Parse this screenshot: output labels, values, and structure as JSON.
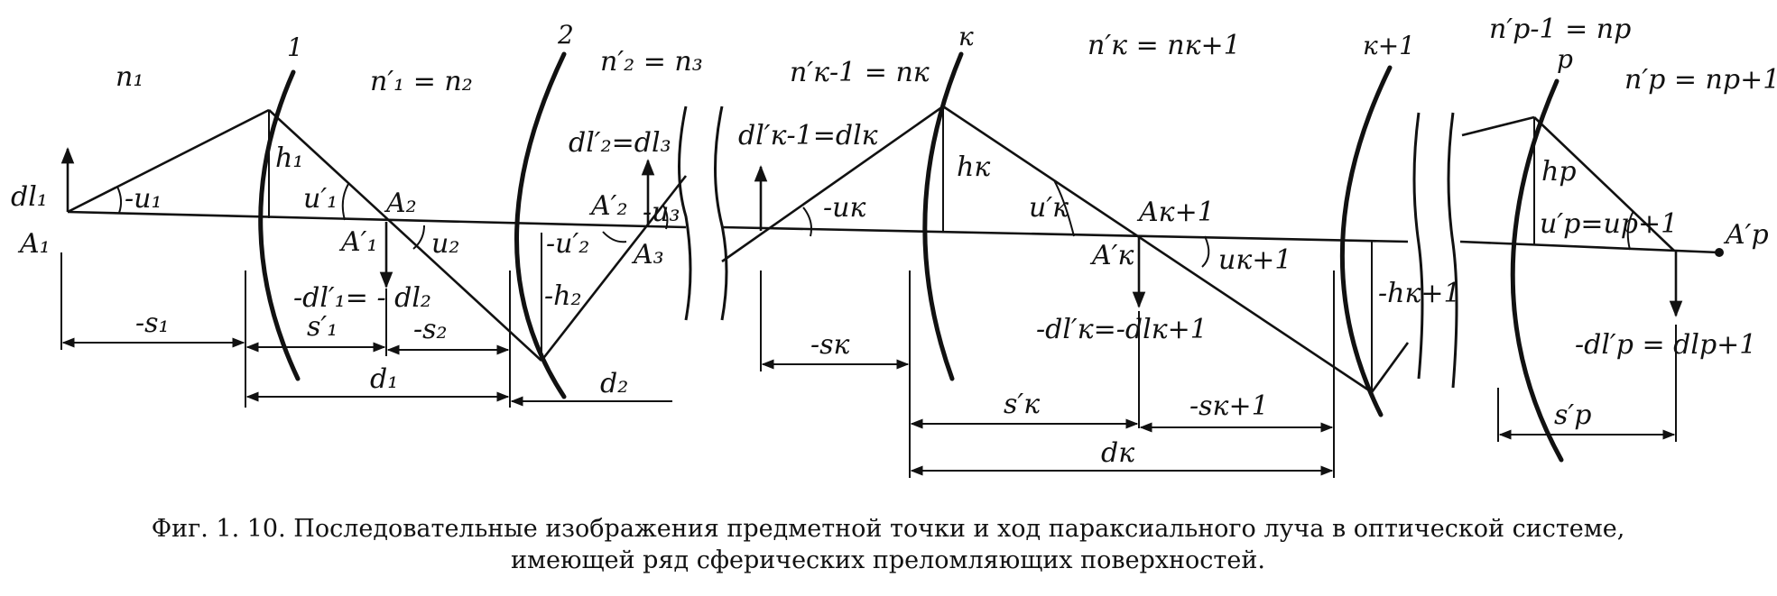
{
  "surface_labels": [
    "1",
    "2",
    "к",
    "к+1",
    "p"
  ],
  "media": {
    "n1": "n₁",
    "n1p_n2": "n′₁ = n₂",
    "n2p_n3": "n′₂ = n₃",
    "nk1p_nk": "n′к-1 = nк",
    "nkp_nk1": "n′к = nк+1",
    "np1p_np": "n′p-1 = np",
    "npp_np1": "n′p = np+1"
  },
  "elements": {
    "dl1": "dl₁",
    "A1": "A₁",
    "u1": "-u₁",
    "h1": "h₁",
    "u1p": "u′₁",
    "A2": "A₂",
    "A1p": "A′₁",
    "u2": "u₂",
    "dl1p": "-dl′₁= - dl₂",
    "dl2p": "dl′₂=dl₃",
    "A2p": "A′₂",
    "u3": "-u₃",
    "u2p": "-u′₂",
    "A3": "A₃",
    "h2": "-h₂",
    "dlk1p": "dl′к-1=dlк",
    "uk": "-uк",
    "hk": "hк",
    "ukp": "u′к",
    "Ak1": "Aк+1",
    "Akp": "A′к",
    "uk1": "uк+1",
    "dlkp": "-dl′к=-dlк+1",
    "hk1": "-hк+1",
    "hp": "hp",
    "upp": "u′p=up+1",
    "App": "A′p",
    "dlpp": "-dl′p = dlp+1"
  },
  "dimensions": {
    "s1": "-s₁",
    "s1p": "s′₁",
    "s2": "-s₂",
    "d1": "d₁",
    "d2": "d₂",
    "sk": "-sк",
    "skp": "s′к",
    "sk1": "-sк+1",
    "dk": "dк",
    "spp": "s′p"
  },
  "caption": {
    "line1": "Фиг. 1. 10. Последовательные изображения предметной точки и ход параксиального луча в оптической системе,",
    "line2": "имеющей ряд сферических преломляющих поверхностей."
  }
}
